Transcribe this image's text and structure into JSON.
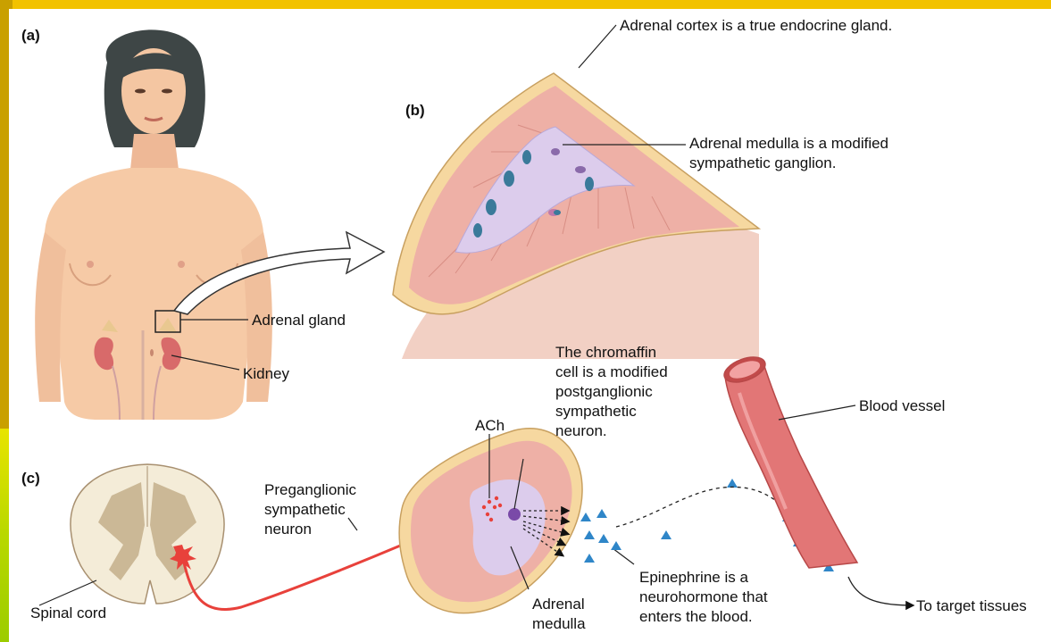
{
  "panels": {
    "a": "(a)",
    "b": "(b)",
    "c": "(c)"
  },
  "labels": {
    "adrenal_gland": "Adrenal gland",
    "kidney": "Kidney",
    "cortex": "Adrenal cortex is a true endocrine gland.",
    "medulla_1": "Adrenal medulla is a modified",
    "medulla_2": "sympathetic ganglion.",
    "chromaffin_1": "The chromaffin",
    "chromaffin_2": "cell is a modified",
    "chromaffin_3": "postganglionic",
    "chromaffin_4": "sympathetic",
    "chromaffin_5": "neuron.",
    "ach": "ACh",
    "blood_vessel": "Blood vessel",
    "preganglionic_1": "Preganglionic",
    "preganglionic_2": "sympathetic",
    "preganglionic_3": "neuron",
    "spinal_cord": "Spinal cord",
    "adrenal_medulla_1": "Adrenal",
    "adrenal_medulla_2": "medulla",
    "epinephrine_1": "Epinephrine is a",
    "epinephrine_2": "neurohormone that",
    "epinephrine_3": "enters the blood.",
    "target": "To target tissues"
  },
  "colors": {
    "skin": "#f6caa6",
    "cortex": "#eeb0a6",
    "medulla": "#dcccec",
    "capsule": "#f6d8a0",
    "vessel": "#e27676",
    "neuron": "#e8413b",
    "hormone": "#2f86c8"
  }
}
